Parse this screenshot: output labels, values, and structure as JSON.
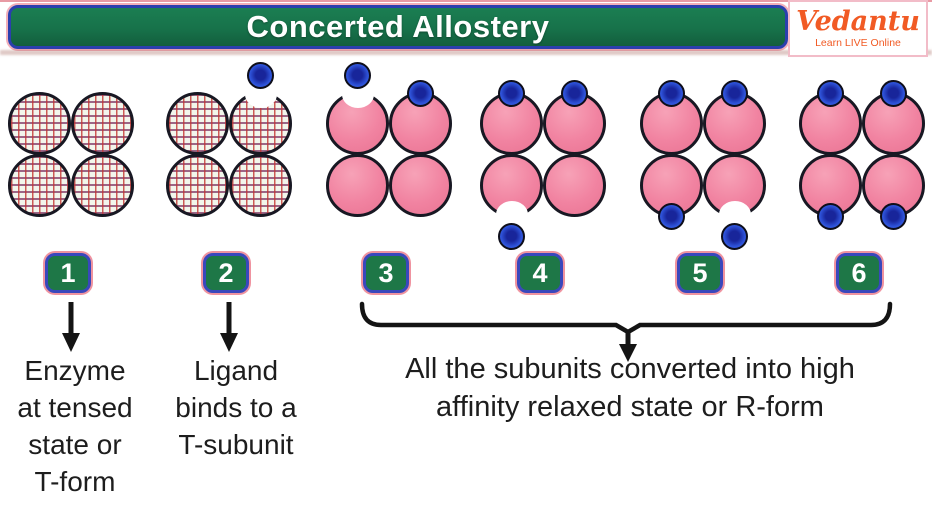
{
  "header": {
    "title": "Concerted Allostery",
    "logo_brand": "Vedantu",
    "logo_tagline": "Learn LIVE Online"
  },
  "stages": [
    {
      "number": "1",
      "state": "tensed",
      "notch": null,
      "ligands": []
    },
    {
      "number": "2",
      "state": "tensed",
      "notch": "tr-top",
      "ligands": [
        {
          "site": "tr-top",
          "attached": false
        }
      ]
    },
    {
      "number": "3",
      "state": "relaxed",
      "notch": "tl-top",
      "ligands": [
        {
          "site": "tl-top",
          "attached": false
        },
        {
          "site": "tr-top",
          "attached": true
        }
      ]
    },
    {
      "number": "4",
      "state": "relaxed",
      "notch": "bl-bottom",
      "ligands": [
        {
          "site": "tl-top",
          "attached": true
        },
        {
          "site": "tr-top",
          "attached": true
        },
        {
          "site": "bl-bottom",
          "attached": false
        }
      ]
    },
    {
      "number": "5",
      "state": "relaxed",
      "notch": "br-bottom",
      "ligands": [
        {
          "site": "tl-top",
          "attached": true
        },
        {
          "site": "tr-top",
          "attached": true
        },
        {
          "site": "bl-bottom",
          "attached": true
        },
        {
          "site": "br-bottom",
          "attached": false
        }
      ]
    },
    {
      "number": "6",
      "state": "relaxed",
      "notch": null,
      "ligands": [
        {
          "site": "tl-top",
          "attached": true
        },
        {
          "site": "tr-top",
          "attached": true
        },
        {
          "site": "bl-bottom",
          "attached": true
        },
        {
          "site": "br-bottom",
          "attached": true
        }
      ]
    }
  ],
  "stage_labels": {
    "stage1_lines": [
      "Enzyme",
      "at tensed",
      "state or",
      "T-form"
    ],
    "stage2_lines": [
      "Ligand",
      "binds to a",
      "T-subunit"
    ],
    "stages3to6_lines": [
      "All the subunits converted into high",
      "affinity relaxed state or R-form"
    ]
  },
  "colors": {
    "title_bar_green": "#17724a",
    "title_border_blue": "#2b3fae",
    "outer_pink": "#ef93a0",
    "badge_green": "#1e7747",
    "badge_border_blue": "#3948bc",
    "relaxed_pink": "#f183a1",
    "tensed_grid_red": "#c43430",
    "ligand_blue": "#2e52d8",
    "text_dark": "#1d1d1d",
    "brand_orange": "#f15a24"
  }
}
